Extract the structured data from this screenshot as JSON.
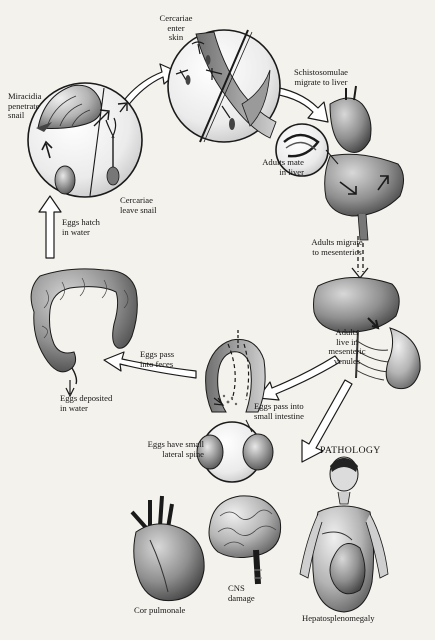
{
  "labels": {
    "cercariae_enter_skin": "Cercariae\nenter\nskin",
    "miracidia_penetrate_snail": "Miracidia\npenetrate\nsnail",
    "cercariae_leave_snail": "Cercariae\nleave snail",
    "schistosomulae_migrate": "Schistosomulae\nmigrate to liver",
    "adults_mate": "Adults mate\nin liver",
    "eggs_hatch": "Eggs hatch\nin water",
    "adults_migrate": "Adults migrate\nto mesenterics",
    "adults_live": "Adults\nlive in\nmesenteric\nvenules",
    "eggs_pass_feces": "Eggs pass\ninto feces",
    "eggs_deposited": "Eggs deposited\nin water",
    "eggs_pass_intestine": "Eggs pass into\nsmall intestine",
    "eggs_lateral_spine": "Eggs have small\nlateral spine",
    "pathology": "PATHOLOGY",
    "cor_pulmonale": "Cor pulmonale",
    "cns_damage": "CNS\ndamage",
    "hepatosplenomegaly": "Hepatosplenomegaly"
  },
  "colors": {
    "ink": "#1a1a1a",
    "paper": "#f4f2ec",
    "shade": "#9a9a9a",
    "arrow_fill": "#ffffff"
  }
}
